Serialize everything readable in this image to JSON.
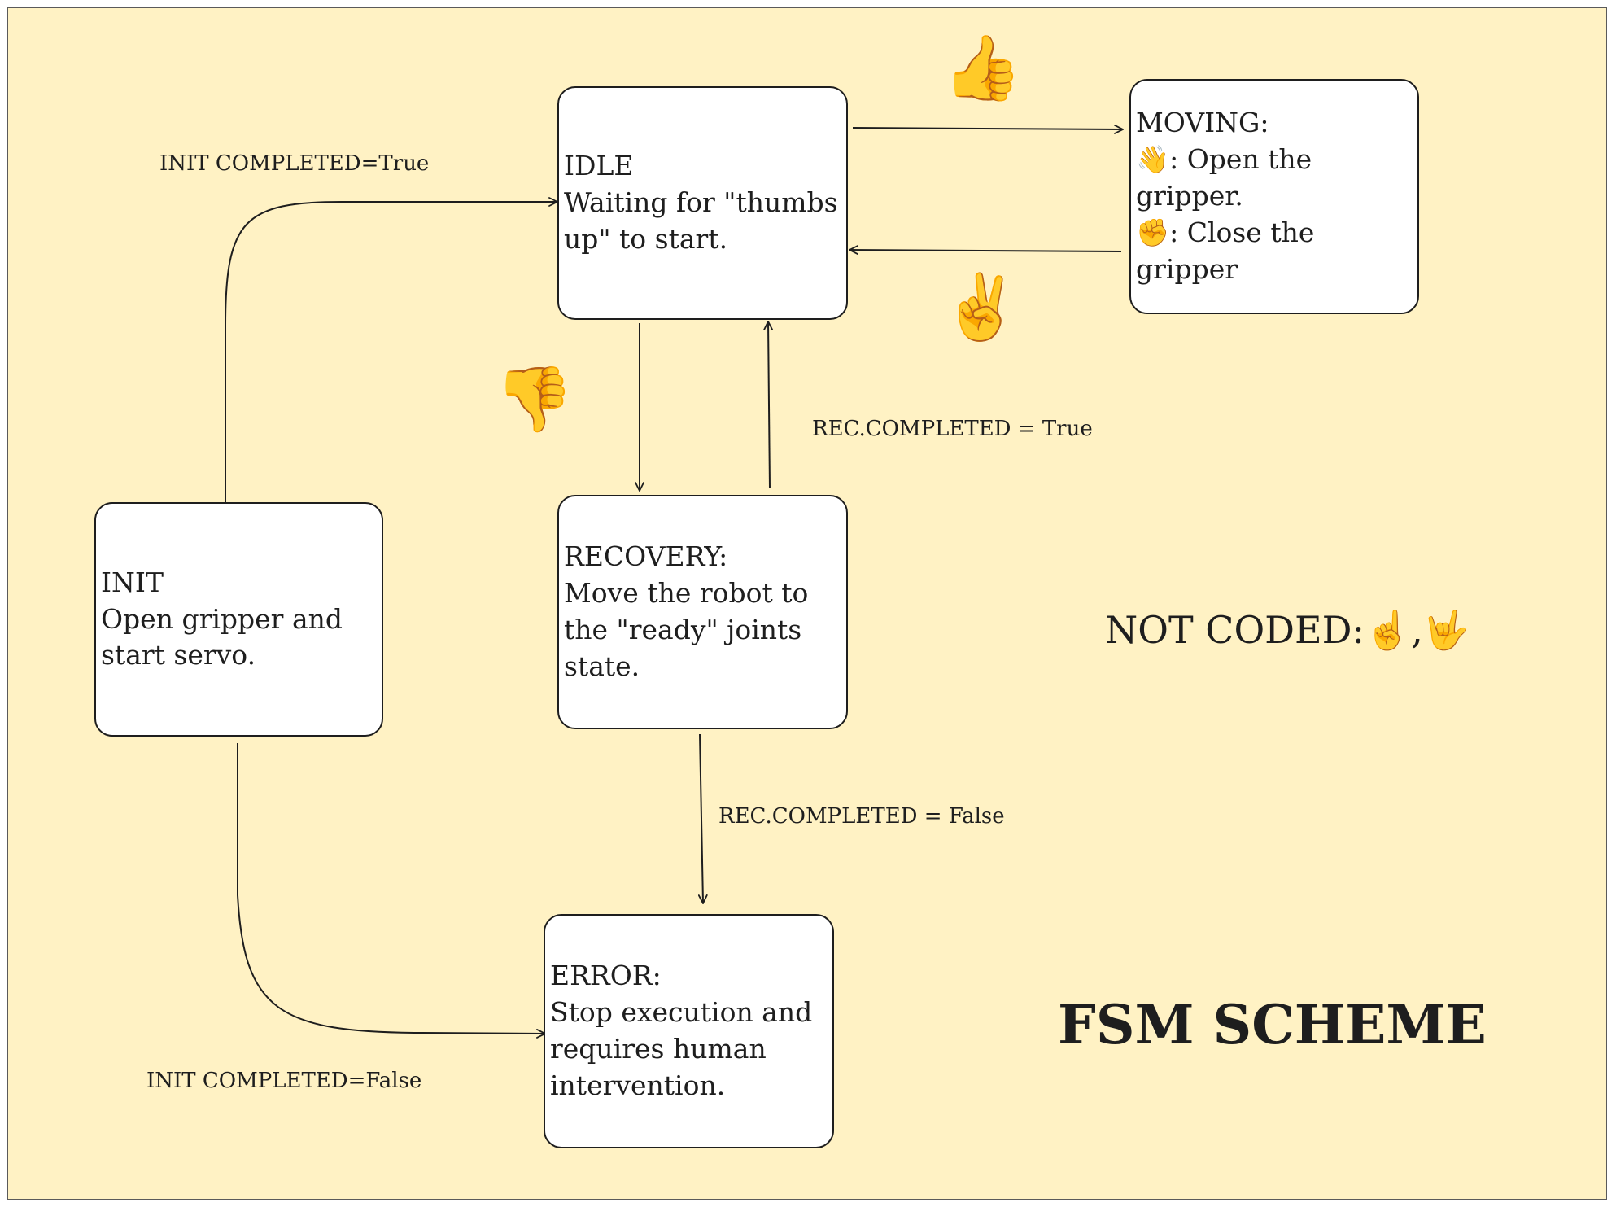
{
  "states": {
    "idle": {
      "title": "IDLE",
      "desc": "Waiting for \"thumbs up\" to start."
    },
    "moving": {
      "title": "MOVING:",
      "line1": "👋: Open the gripper.",
      "line2": "✊: Close the gripper"
    },
    "init": {
      "title": "INIT",
      "desc": "Open gripper and start servo."
    },
    "recovery": {
      "title": "RECOVERY:",
      "desc": "Move the robot to the \"ready\" joints state."
    },
    "error": {
      "title": "ERROR:",
      "desc": "Stop execution and requires human intervention."
    }
  },
  "edges": {
    "init_true": "INIT COMPLETED=True",
    "init_false": "INIT COMPLETED=False",
    "rec_true": "REC.COMPLETED = True",
    "rec_false": "REC.COMPLETED = False"
  },
  "gestures": {
    "thumbs_up": "👍",
    "peace": "✌️",
    "thumbs_down": "👎"
  },
  "not_coded": "NOT CODED:☝️,🤟",
  "scheme_title": "FSM SCHEME",
  "colors": {
    "background": "#fff2c4",
    "stroke": "#1e1e1e",
    "box": "#ffffff"
  }
}
